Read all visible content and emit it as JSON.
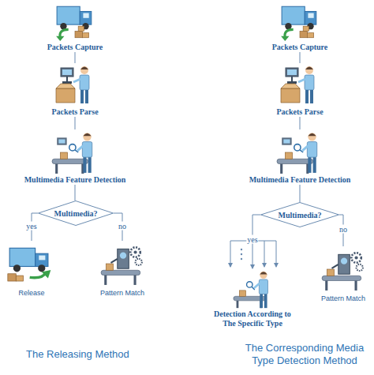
{
  "diagram": {
    "nodes": [
      {
        "text": [
          "Packets Capture"
        ]
      },
      {
        "text": [
          "Packets Parse"
        ]
      },
      {
        "text": [
          "Multimedia Feature Detection"
        ]
      },
      {
        "text": [
          "Multimedia?"
        ]
      },
      {
        "text": [
          "Release"
        ]
      },
      {
        "text": [
          "Pattern Match"
        ]
      },
      {
        "text": [
          "Packets Capture"
        ]
      },
      {
        "text": [
          "Packets Parse"
        ]
      },
      {
        "text": [
          "Multimedia Feature Detection"
        ]
      },
      {
        "text": [
          "Multimedia?"
        ]
      },
      {
        "text": [
          "Detection According to The Specific Type"
        ]
      },
      {
        "text": [
          "Pattern Match"
        ]
      }
    ],
    "edges": [
      {
        "from": 0,
        "to": 1,
        "arrow": "none"
      },
      {
        "from": 1,
        "to": 2,
        "arrow": "none"
      },
      {
        "from": 2,
        "to": 3,
        "arrow": "none"
      },
      {
        "from": 3,
        "to": 4,
        "label": "yes",
        "arrow": "none"
      },
      {
        "from": 3,
        "to": 5,
        "label": "no",
        "arrow": "none"
      },
      {
        "from": 6,
        "to": 7,
        "arrow": "none"
      },
      {
        "from": 7,
        "to": 8,
        "arrow": "none"
      },
      {
        "from": 8,
        "to": 9,
        "arrow": "none"
      },
      {
        "from": 9,
        "to": 10,
        "label": "yes",
        "arrow": "to"
      },
      {
        "from": 9,
        "to": 11,
        "label": "no",
        "arrow": "none"
      }
    ],
    "labels": [
      "The Releasing Method",
      "The Corresponding Media Type Detection Method"
    ]
  }
}
